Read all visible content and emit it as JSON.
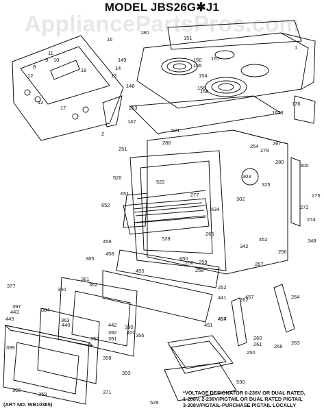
{
  "title": "MODEL JBS26G✱J1",
  "watermark": "AppliancePartsPros.com",
  "art_number": "(ART NO. WB10385)",
  "footnote": [
    "*VOLTAGE DESIGNATOR 0-236V OR DUAL RATED,",
    "1-208V, 2-236V/PIGTAIL OR DUAL RATED PIGTAIL",
    "3-208V/PIGTAIL-PURCHASE PIGTAIL LOCALLY"
  ],
  "callouts": [
    "16",
    "180",
    "151",
    "11",
    "149",
    "14",
    "13",
    "12",
    "18",
    "10",
    "8",
    "9",
    "12",
    "17",
    "148",
    "2",
    "253",
    "147",
    "157",
    "150",
    "155",
    "154",
    "156",
    "158",
    "1",
    "176",
    "1673",
    "521",
    "286",
    "251",
    "254",
    "267",
    "279",
    "280",
    "300",
    "303",
    "325",
    "302",
    "275",
    "274",
    "272",
    "348",
    "520",
    "522",
    "651",
    "277",
    "534",
    "652",
    "528",
    "265",
    "455",
    "456",
    "458",
    "650",
    "452",
    "342",
    "256",
    "256",
    "259",
    "258",
    "365",
    "361",
    "362",
    "350",
    "377",
    "397",
    "443",
    "445",
    "304",
    "363",
    "440",
    "442",
    "392",
    "391",
    "390",
    "400",
    "357",
    "358",
    "393",
    "356",
    "399",
    "365",
    "359",
    "371",
    "441",
    "252",
    "454",
    "451",
    "457",
    "457",
    "262",
    "264",
    "261",
    "260",
    "263",
    "266",
    "267",
    "250",
    "530",
    "529"
  ]
}
